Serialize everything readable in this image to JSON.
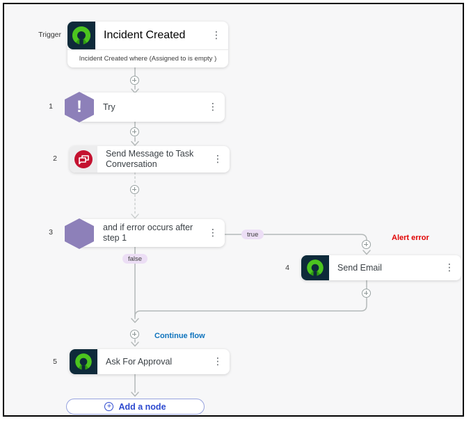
{
  "diagram": {
    "trigger_label": "Trigger",
    "trigger_node": {
      "title": "Incident Created",
      "condition": "Incident Created where (Assigned to is empty )"
    },
    "steps": [
      {
        "number": "1",
        "title": "Try"
      },
      {
        "number": "2",
        "title": "Send Message to Task Conversation"
      },
      {
        "number": "3",
        "title": "and if error occurs after step 1"
      },
      {
        "number": "4",
        "title": "Send Email"
      },
      {
        "number": "5",
        "title": "Ask For Approval"
      }
    ],
    "branch_labels": {
      "true": "true",
      "false": "false"
    },
    "annotations": {
      "alert_error": "Alert error",
      "continue_flow": "Continue flow"
    },
    "add_node": {
      "label": "Add a node",
      "plus_icon": "+"
    },
    "icons": {
      "kebab_menu": "⋮",
      "exclamation": "!"
    },
    "colors": {
      "canvas_bg": "#f7f7f8",
      "frame_border": "#000000",
      "navy_icon_bg": "#0e2a3a",
      "logo_green": "#4cc41f",
      "logo_green_dark": "#2f9b13",
      "chat_icon_red": "#c41230",
      "hexagon_purple": "#8d80b9",
      "branch_pill_bg": "#ecdef5",
      "alert_error_red": "#e10000",
      "continue_flow_blue": "#0e73bd",
      "add_node_blue": "#2c49cf",
      "connector_gray": "#b4b9b9"
    }
  }
}
